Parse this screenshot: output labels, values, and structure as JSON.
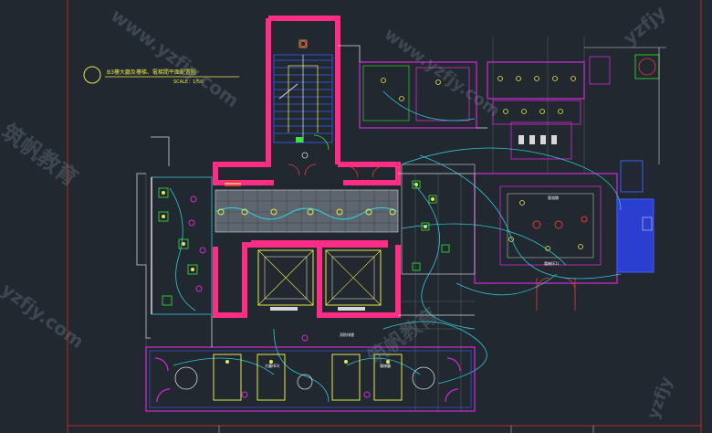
{
  "drawing": {
    "title": "B3樓大廳及樓梯、電梯間平面配置圖",
    "scale": "SCALE：1/50",
    "room_labels": [
      "消防排煙",
      "大廳(B3)",
      "電梯廳",
      "管道間",
      "電梯(E1)"
    ]
  },
  "watermarks": {
    "brand_cn": "筑帆教育",
    "site": "www.yzfjy.com",
    "short_site": "yzfjy.com",
    "corner": "yzfjy"
  },
  "colors": {
    "background": "#212830",
    "wall_magenta": "#ff2d86",
    "line_magenta": "#d22bd6",
    "line_cyan": "#34c7d4",
    "line_green": "#37e637",
    "line_yellow": "#e8e84a",
    "line_blue": "#3d5cff",
    "line_red": "#e83a3a",
    "line_white": "#d8d8d8",
    "frame_red": "#b52a2a"
  }
}
